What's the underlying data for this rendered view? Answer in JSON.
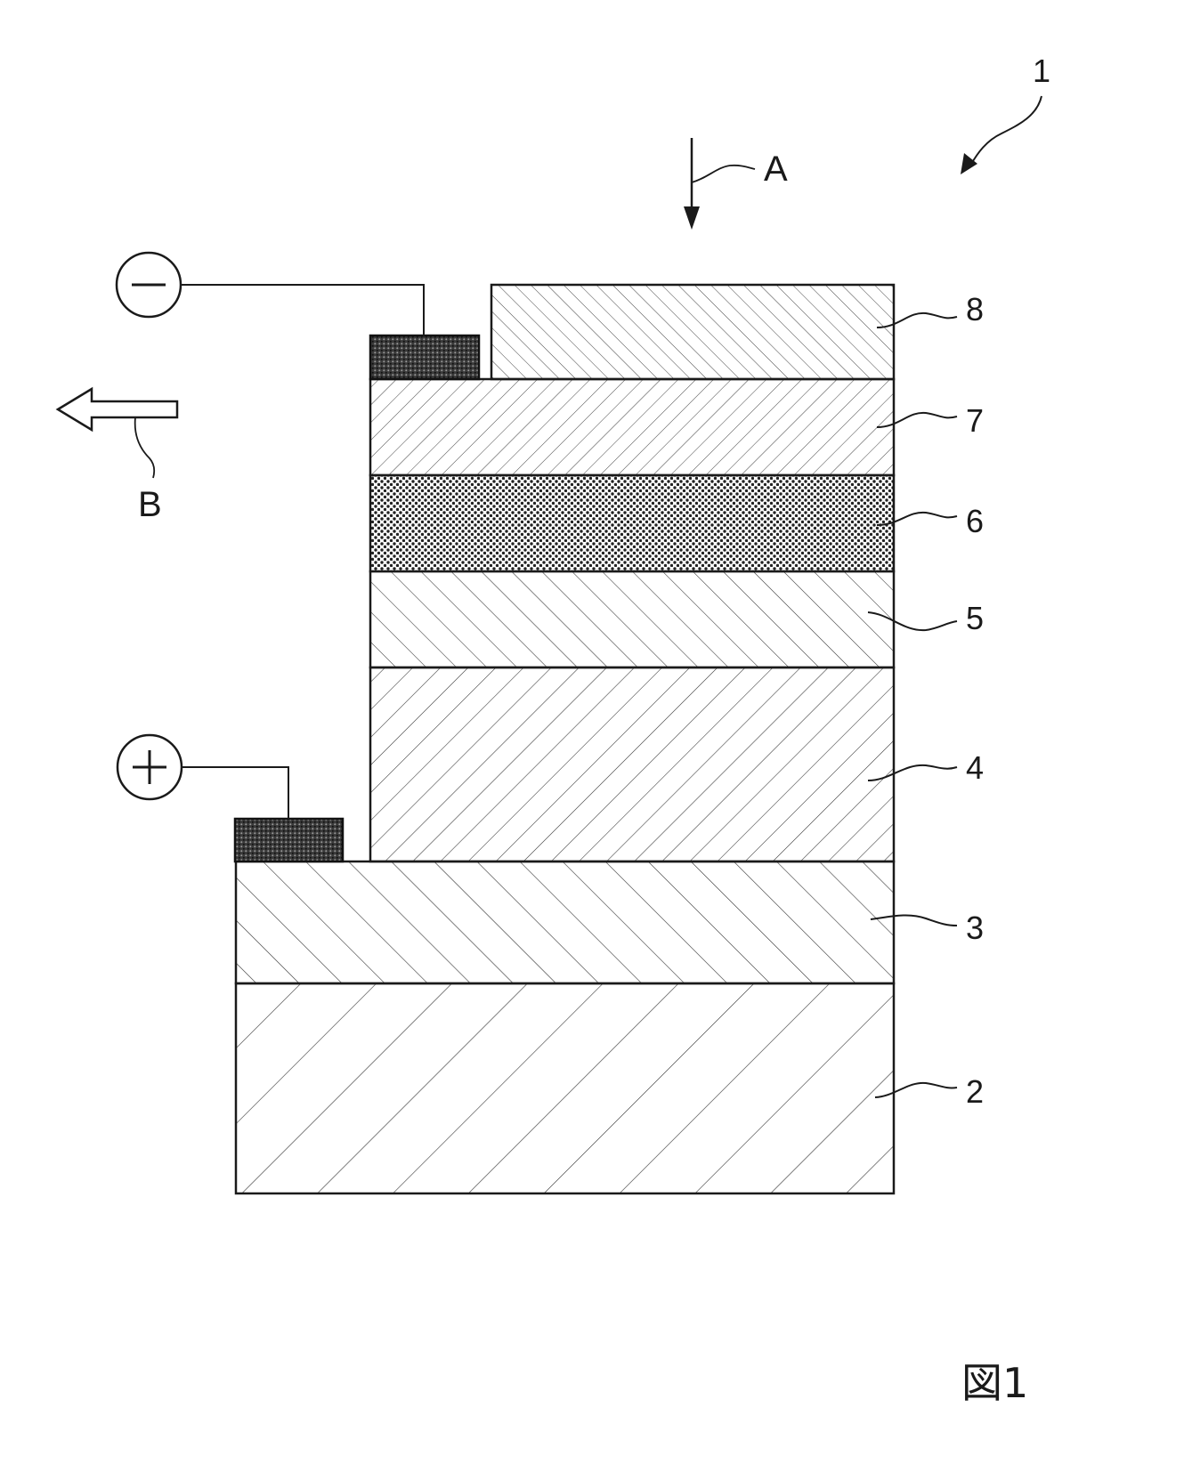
{
  "figure": {
    "device_ref": "1",
    "figure_caption": "図1",
    "incident_arrow_label": "A",
    "output_arrow_label": "B",
    "negative_terminal_symbol": "−",
    "positive_terminal_symbol": "+"
  },
  "layers": [
    {
      "ref": "2",
      "pattern": "hatch-wide-fwd"
    },
    {
      "ref": "3",
      "pattern": "hatch-wide-back"
    },
    {
      "ref": "4",
      "pattern": "hatch-mid-fwd"
    },
    {
      "ref": "5",
      "pattern": "hatch-mid-back"
    },
    {
      "ref": "6",
      "pattern": "dots"
    },
    {
      "ref": "7",
      "pattern": "hatch-fine-fwd"
    },
    {
      "ref": "8",
      "pattern": "hatch-fine-back"
    }
  ],
  "electrodes": [
    {
      "role": "negative",
      "pattern": "dark-dots"
    },
    {
      "role": "positive",
      "pattern": "dark-dots"
    }
  ]
}
